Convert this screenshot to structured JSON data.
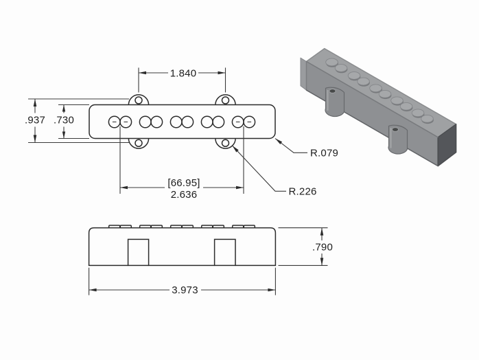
{
  "drawing": {
    "title_semantic": "jazz-bass-pickup-dimension-drawing",
    "front_view": {
      "dim_mount_ear_spacing": "1.840",
      "dim_overall_height": ".937",
      "dim_body_height": ".730",
      "dim_pole_span_mm": "[66.95]",
      "dim_pole_span_in": "2.636",
      "radius_body_corner": "R.079",
      "radius_mount_ear": "R.226"
    },
    "side_view": {
      "dim_height": ".790",
      "dim_length": "3.973"
    },
    "style": {
      "background": "#fdfdfd",
      "geometry_line_color": "#2b2b2b",
      "dimension_line_color": "#3a3a3a",
      "iso_top_face": "#9fa1a3",
      "iso_front_face": "#8e9093",
      "iso_right_end_face": "#54565a",
      "iso_left_end_face": "#9a9c9f",
      "iso_lug": "#8b8d90",
      "iso_hole": "#474949"
    }
  }
}
